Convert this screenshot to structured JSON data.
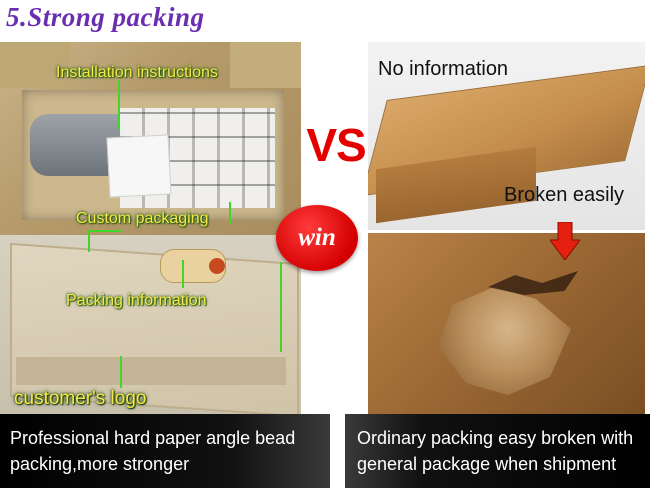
{
  "page": {
    "title": "5.Strong packing"
  },
  "left_panel": {
    "labels": {
      "installation": "Installation instructions",
      "custom": "Custom packaging",
      "packing_info": "Packing information",
      "logo": "customer's logo"
    },
    "badge": "win"
  },
  "vs_text": "VS",
  "right_panel": {
    "labels": {
      "no_info": "No information",
      "broken": "Broken easily"
    }
  },
  "captions": {
    "left": [
      "Professional hard paper angle bead",
      "packing,more stronger"
    ],
    "right": [
      "Ordinary packing easy broken with",
      "general package when shipment"
    ]
  },
  "colors": {
    "title": "#6a2fb0",
    "annotation_text": "#f6e84a",
    "lead_lines": "#43d62a",
    "vs": "#e50000",
    "badge": "#d40000",
    "arrow": "#e52010",
    "caption_bg": "#000000",
    "caption_text": "#ffffff"
  }
}
